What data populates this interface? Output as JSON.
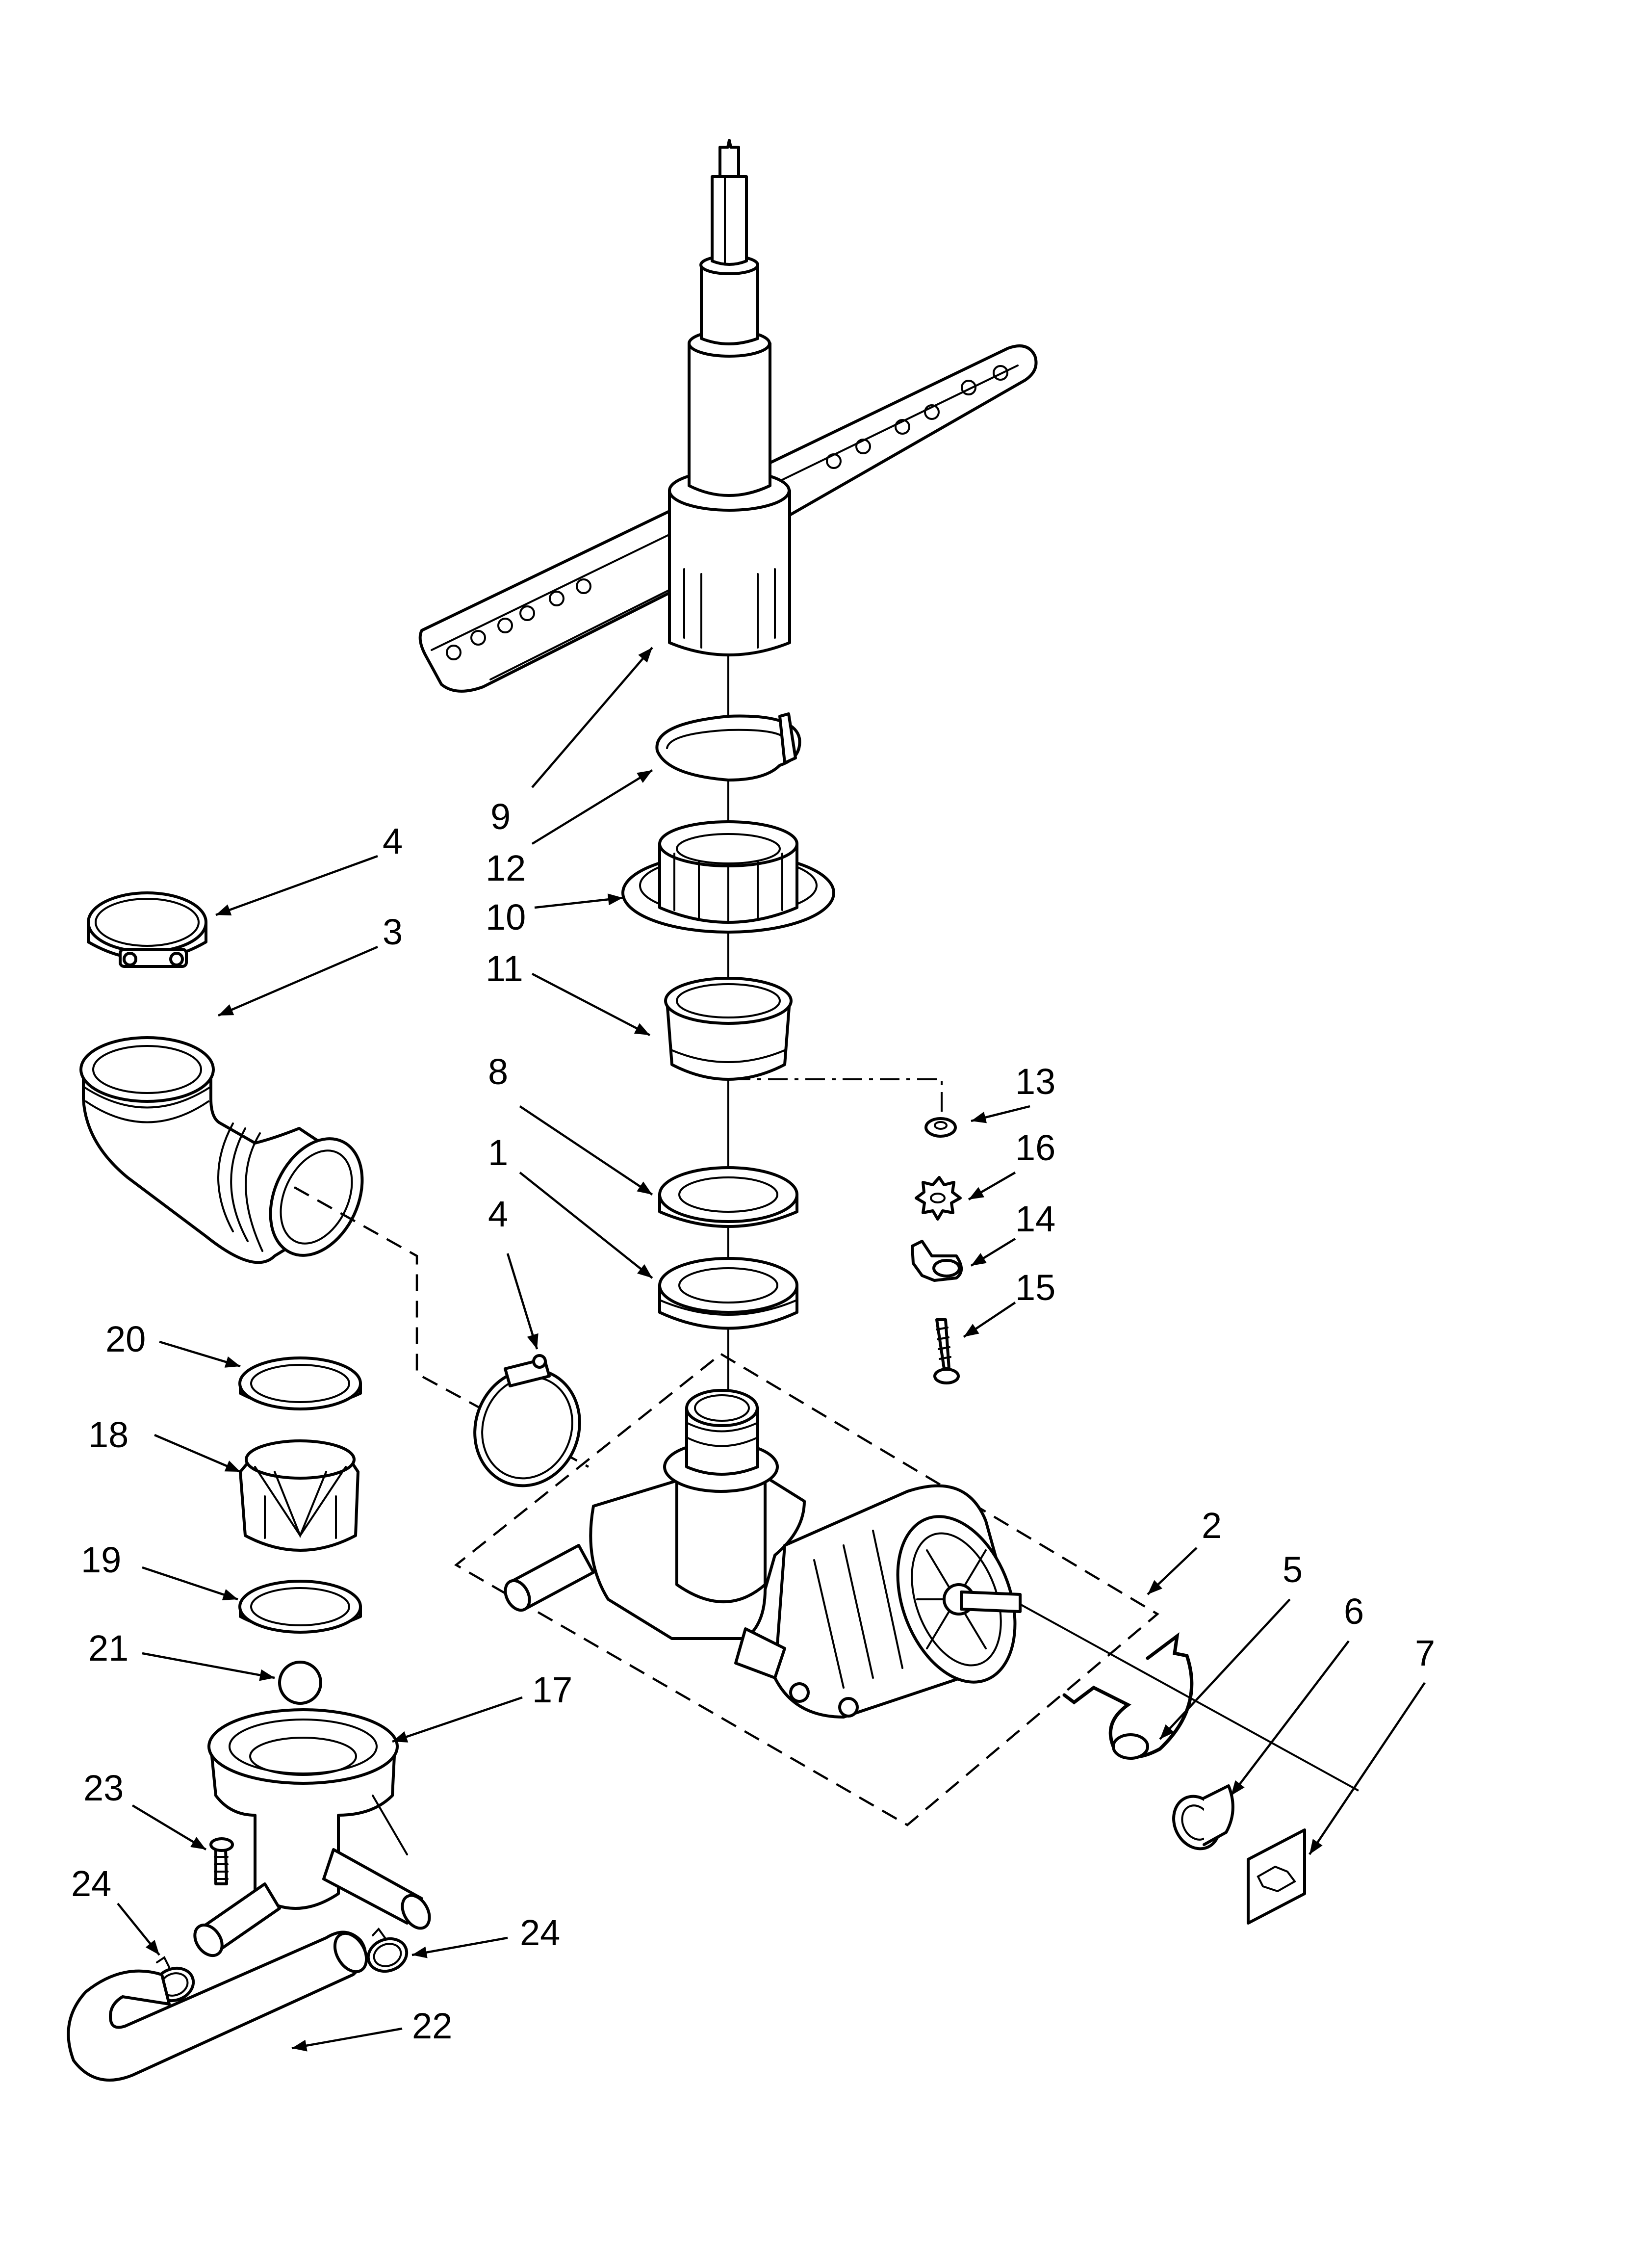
{
  "callouts": {
    "c1": "1",
    "c2": "2",
    "c3": "3",
    "c4a": "4",
    "c4b": "4",
    "c5": "5",
    "c6": "6",
    "c7": "7",
    "c8": "8",
    "c9": "9",
    "c10": "10",
    "c11": "11",
    "c12": "12",
    "c13": "13",
    "c14": "14",
    "c15": "15",
    "c16": "16",
    "c17": "17",
    "c18": "18",
    "c19": "19",
    "c20": "20",
    "c21": "21",
    "c22": "22",
    "c23": "23",
    "c24a": "24",
    "c24b": "24"
  }
}
